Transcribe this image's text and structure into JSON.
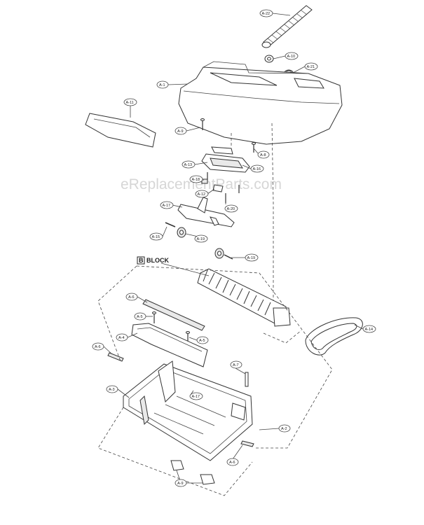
{
  "watermark": "eReplacementParts.com",
  "block_box": "B",
  "block_label": "BLOCK",
  "callouts": [
    {
      "id": "a22",
      "label": "A-22"
    },
    {
      "id": "a10",
      "label": "A-10"
    },
    {
      "id": "a21",
      "label": "A-21"
    },
    {
      "id": "a1",
      "label": "A-1"
    },
    {
      "id": "a11",
      "label": "A-11"
    },
    {
      "id": "a9top",
      "label": "A-9"
    },
    {
      "id": "a8",
      "label": "A-8"
    },
    {
      "id": "a13",
      "label": "A-13"
    },
    {
      "id": "a16",
      "label": "A-16"
    },
    {
      "id": "a18",
      "label": "A-18"
    },
    {
      "id": "a12",
      "label": "A-12"
    },
    {
      "id": "a20",
      "label": "A-20"
    },
    {
      "id": "a17",
      "label": "A-17"
    },
    {
      "id": "a15",
      "label": "A-15"
    },
    {
      "id": "a19a",
      "label": "A-19"
    },
    {
      "id": "a19b",
      "label": "A-19"
    },
    {
      "id": "a6a",
      "label": "A-6"
    },
    {
      "id": "a5a",
      "label": "A-5"
    },
    {
      "id": "a4",
      "label": "A-4"
    },
    {
      "id": "a5b",
      "label": "A-5"
    },
    {
      "id": "a14",
      "label": "A-14"
    },
    {
      "id": "a6b",
      "label": "A-6"
    },
    {
      "id": "a7",
      "label": "A-7"
    },
    {
      "id": "a3",
      "label": "A-3"
    },
    {
      "id": "a17b",
      "label": "A-17"
    },
    {
      "id": "a2",
      "label": "A-2"
    },
    {
      "id": "a6c",
      "label": "A-6"
    },
    {
      "id": "a9b",
      "label": "A-9"
    }
  ]
}
